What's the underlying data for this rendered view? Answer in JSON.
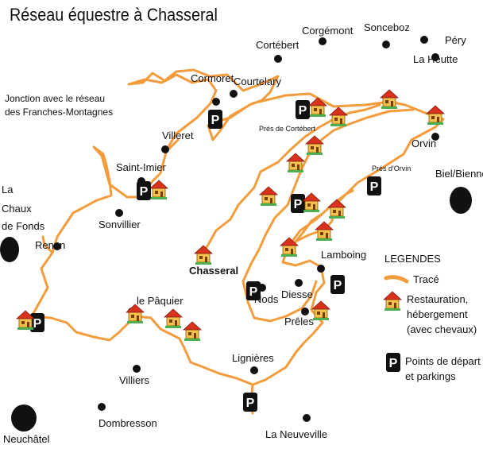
{
  "title": "Réseau équestre à Chasseral",
  "note": [
    "Jonction avec le réseau",
    "des Franches-Montagnes"
  ],
  "colors": {
    "route": "#f39c3c",
    "dot": "#111111",
    "house_roof": "#d9321c",
    "house_wall": "#f2c14e"
  },
  "places": {
    "courtelary": "Courtelary",
    "cormoret": "Cormoret",
    "cortebert": "Cortébert",
    "corgemont": "Corgémont",
    "sonceboz": "Sonceboz",
    "pery": "Péry",
    "la_heutte": "La Heutte",
    "villeret": "Villeret",
    "pres_cortebert": "Prés de Cortébert",
    "orvin": "Orvin",
    "pres_orvin": "Prés d'Orvin",
    "biel": "Biel/Bienne",
    "saint_imier": "Saint-Imier",
    "sonvillier": "Sonvillier",
    "renan": "Renan",
    "chaux_1": "La",
    "chaux_2": "Chaux",
    "chaux_3": "de Fonds",
    "chasseral": "Chasseral",
    "lamboing": "Lamboing",
    "nods": "Nods",
    "diesse": "Diesse",
    "preles": "Prêles",
    "le_paquier": "le Pâquier",
    "villiers": "Villiers",
    "lignieres": "Lignières",
    "dombresson": "Dombresson",
    "neuchatel": "Neuchâtel",
    "la_neuveville": "La Neuveville"
  },
  "legend": {
    "heading": "LEGENDES",
    "route": "Tracé",
    "lodging_1": "Restauration,",
    "lodging_2": "hébergement",
    "lodging_3": "(avec chevaux)",
    "parking_1": "Points de départ",
    "parking_2": "et parkings"
  },
  "parking_symbol": "P"
}
